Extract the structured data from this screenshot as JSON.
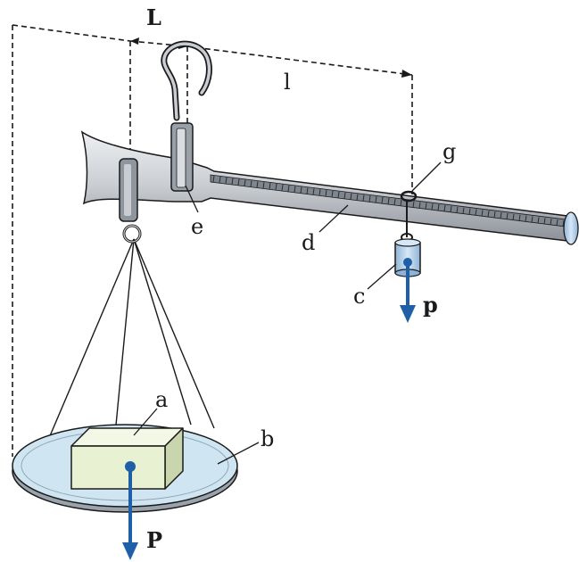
{
  "labels": {
    "L": "L",
    "l": "l",
    "g": "g",
    "e": "e",
    "d": "d",
    "c": "c",
    "a": "a",
    "b": "b",
    "p_counterweight": "p",
    "p_load": "P"
  },
  "colors": {
    "line": "#1a1a1a",
    "force_arrow": "#1f5fa8",
    "beam_fill": "#d9dce0",
    "beam_dark": "#8a8f96",
    "pan_fill": "#cfe6f2",
    "box_fill": "#e8f2d2",
    "weight_fill": "#b8d4ea"
  }
}
